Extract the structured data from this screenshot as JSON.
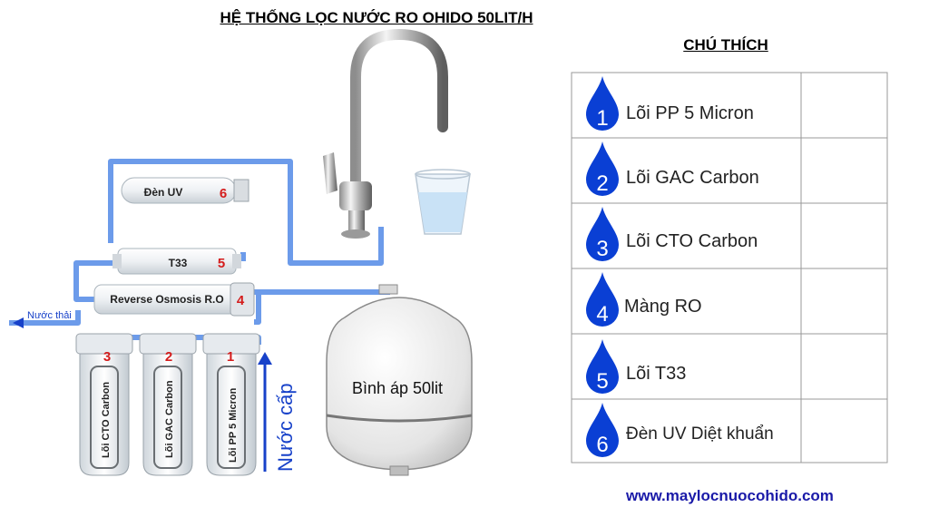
{
  "title": "HỆ THỐNG LỌC NƯỚC RO OHIDO 50LIT/H",
  "legend": {
    "title": "CHÚ THÍCH",
    "items": [
      {
        "number": "1",
        "label": "Lõi PP 5 Micron"
      },
      {
        "number": "2",
        "label": "Lõi GAC Carbon"
      },
      {
        "number": "3",
        "label": "Lõi CTO Carbon"
      },
      {
        "number": "4",
        "label": "Màng RO"
      },
      {
        "number": "5",
        "label": "Lõi T33"
      },
      {
        "number": "6",
        "label": "Đèn UV Diệt khuẩn"
      }
    ]
  },
  "diagram": {
    "uv": {
      "label": "Đèn UV",
      "number": "6"
    },
    "t33": {
      "label": "T33",
      "number": "5"
    },
    "ro": {
      "label": "Reverse Osmosis R.O",
      "number": "4"
    },
    "waste": "Nước thải",
    "feed": "Nước cấp",
    "tank": "Bình áp 50lit",
    "filters": [
      {
        "number": "3",
        "label": "Lõi CTO Carbon"
      },
      {
        "number": "2",
        "label": "Lõi GAC Carbon"
      },
      {
        "number": "1",
        "label": "Lõi PP 5 Micron"
      }
    ]
  },
  "website": "www.maylocnuocohido.com",
  "colors": {
    "pipe": "#6c9bea",
    "drop": "#0a3fd4",
    "number_red": "#d41c1c",
    "url": "#1a1aa8"
  }
}
